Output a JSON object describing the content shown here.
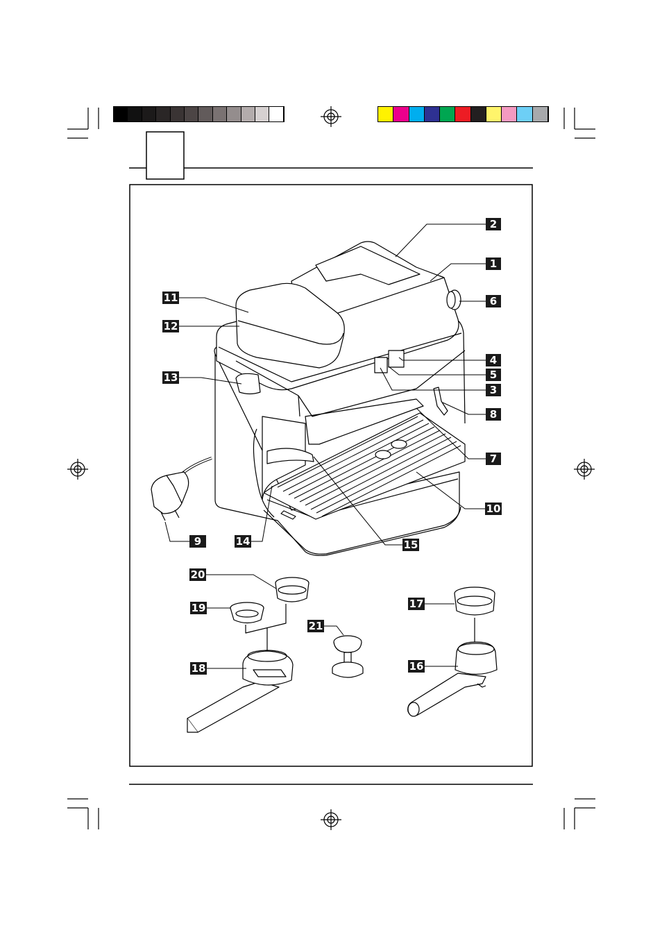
{
  "gray_swatches": [
    "#000000",
    "#111111",
    "#1c1a1a",
    "#2a2626",
    "#3a3434",
    "#4c4545",
    "#625b5b",
    "#7a7272",
    "#948d8d",
    "#b3acac",
    "#d6d1d1",
    "#ffffff"
  ],
  "color_swatches": [
    "#fff200",
    "#ec008c",
    "#00aeef",
    "#2e3192",
    "#00a651",
    "#ed1c24",
    "#231f20",
    "#fff46b",
    "#f49ac1",
    "#6dcff6",
    "#a7a9ac"
  ],
  "callouts": [
    {
      "label": "2"
    },
    {
      "label": "1"
    },
    {
      "label": "11"
    },
    {
      "label": "6"
    },
    {
      "label": "12"
    },
    {
      "label": "4"
    },
    {
      "label": "5"
    },
    {
      "label": "13"
    },
    {
      "label": "3"
    },
    {
      "label": "8"
    },
    {
      "label": "7"
    },
    {
      "label": "10"
    },
    {
      "label": "9"
    },
    {
      "label": "14"
    },
    {
      "label": "15"
    },
    {
      "label": "20"
    },
    {
      "label": "17"
    },
    {
      "label": "19"
    },
    {
      "label": "21"
    },
    {
      "label": "18"
    },
    {
      "label": "16"
    }
  ]
}
